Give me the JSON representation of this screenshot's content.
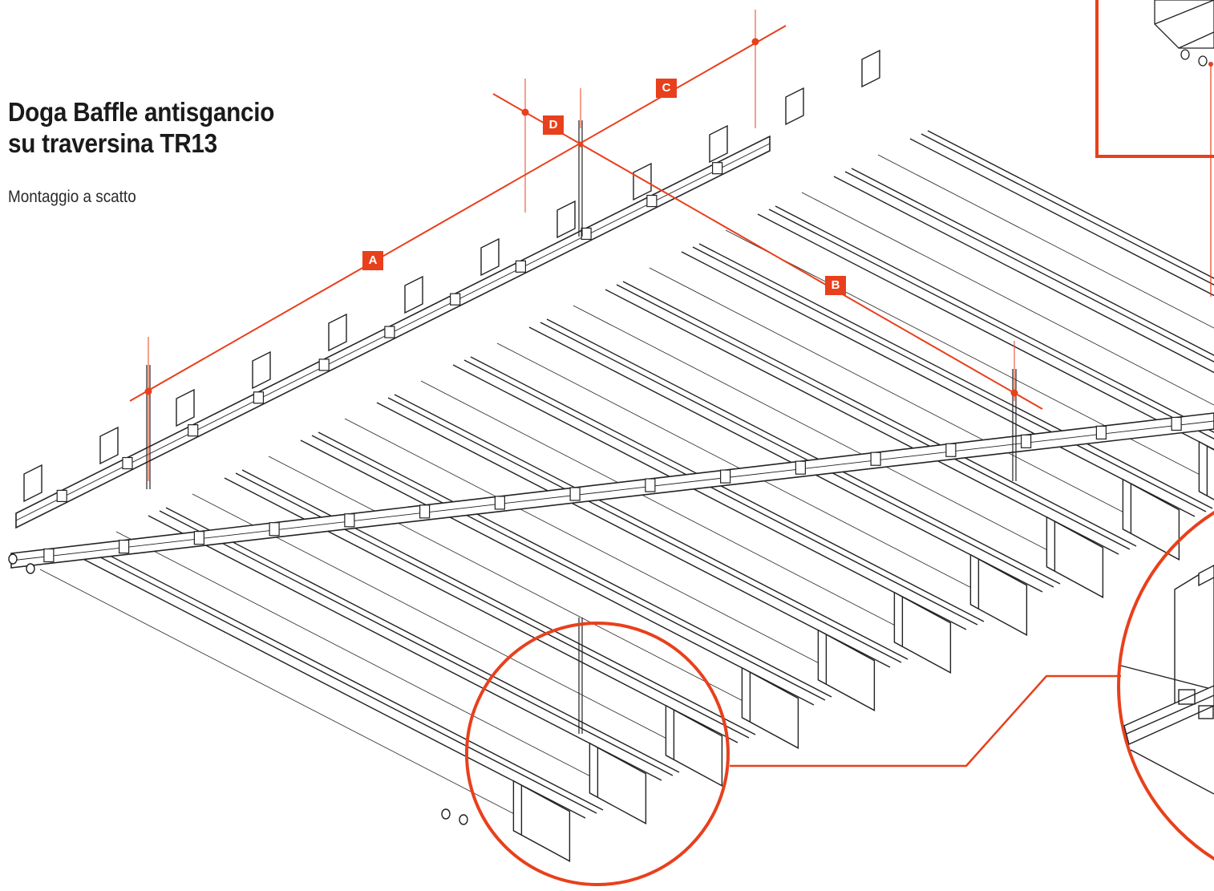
{
  "heading": {
    "title_line1": "Doga Baffle antisgancio",
    "title_line2": "su traversina TR13",
    "subtitle": "Montaggio a scatto"
  },
  "dimension_labels": {
    "a": "A",
    "b": "B",
    "c": "C",
    "d": "D"
  },
  "colors": {
    "accent": "#e8401c",
    "line": "#222222",
    "text": "#1a1a1a"
  }
}
